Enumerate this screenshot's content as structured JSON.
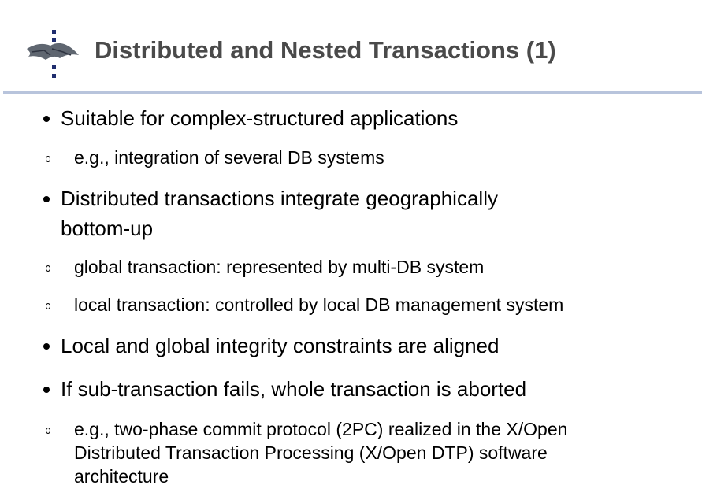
{
  "slide": {
    "title": "Distributed and Nested Transactions (1)",
    "logo_icon": "university-logo-icon",
    "accent_color": "#b8c4dc",
    "bullets": [
      {
        "text": "Suitable for complex-structured applications",
        "subs": [
          "e.g., integration of several DB systems"
        ]
      },
      {
        "line1": "Distributed transactions integrate geographically",
        "line2": "bottom-up",
        "subs": [
          "global transaction: represented by multi-DB system",
          "local transaction: controlled by local DB management system"
        ]
      },
      {
        "text": "Local and global integrity constraints are aligned"
      },
      {
        "text": "If sub-transaction fails, whole transaction is aborted",
        "sub_lines": [
          "e.g., two-phase commit protocol (2PC) realized in the X/Open",
          "Distributed Transaction Processing (X/Open DTP) software",
          "architecture"
        ]
      }
    ]
  }
}
